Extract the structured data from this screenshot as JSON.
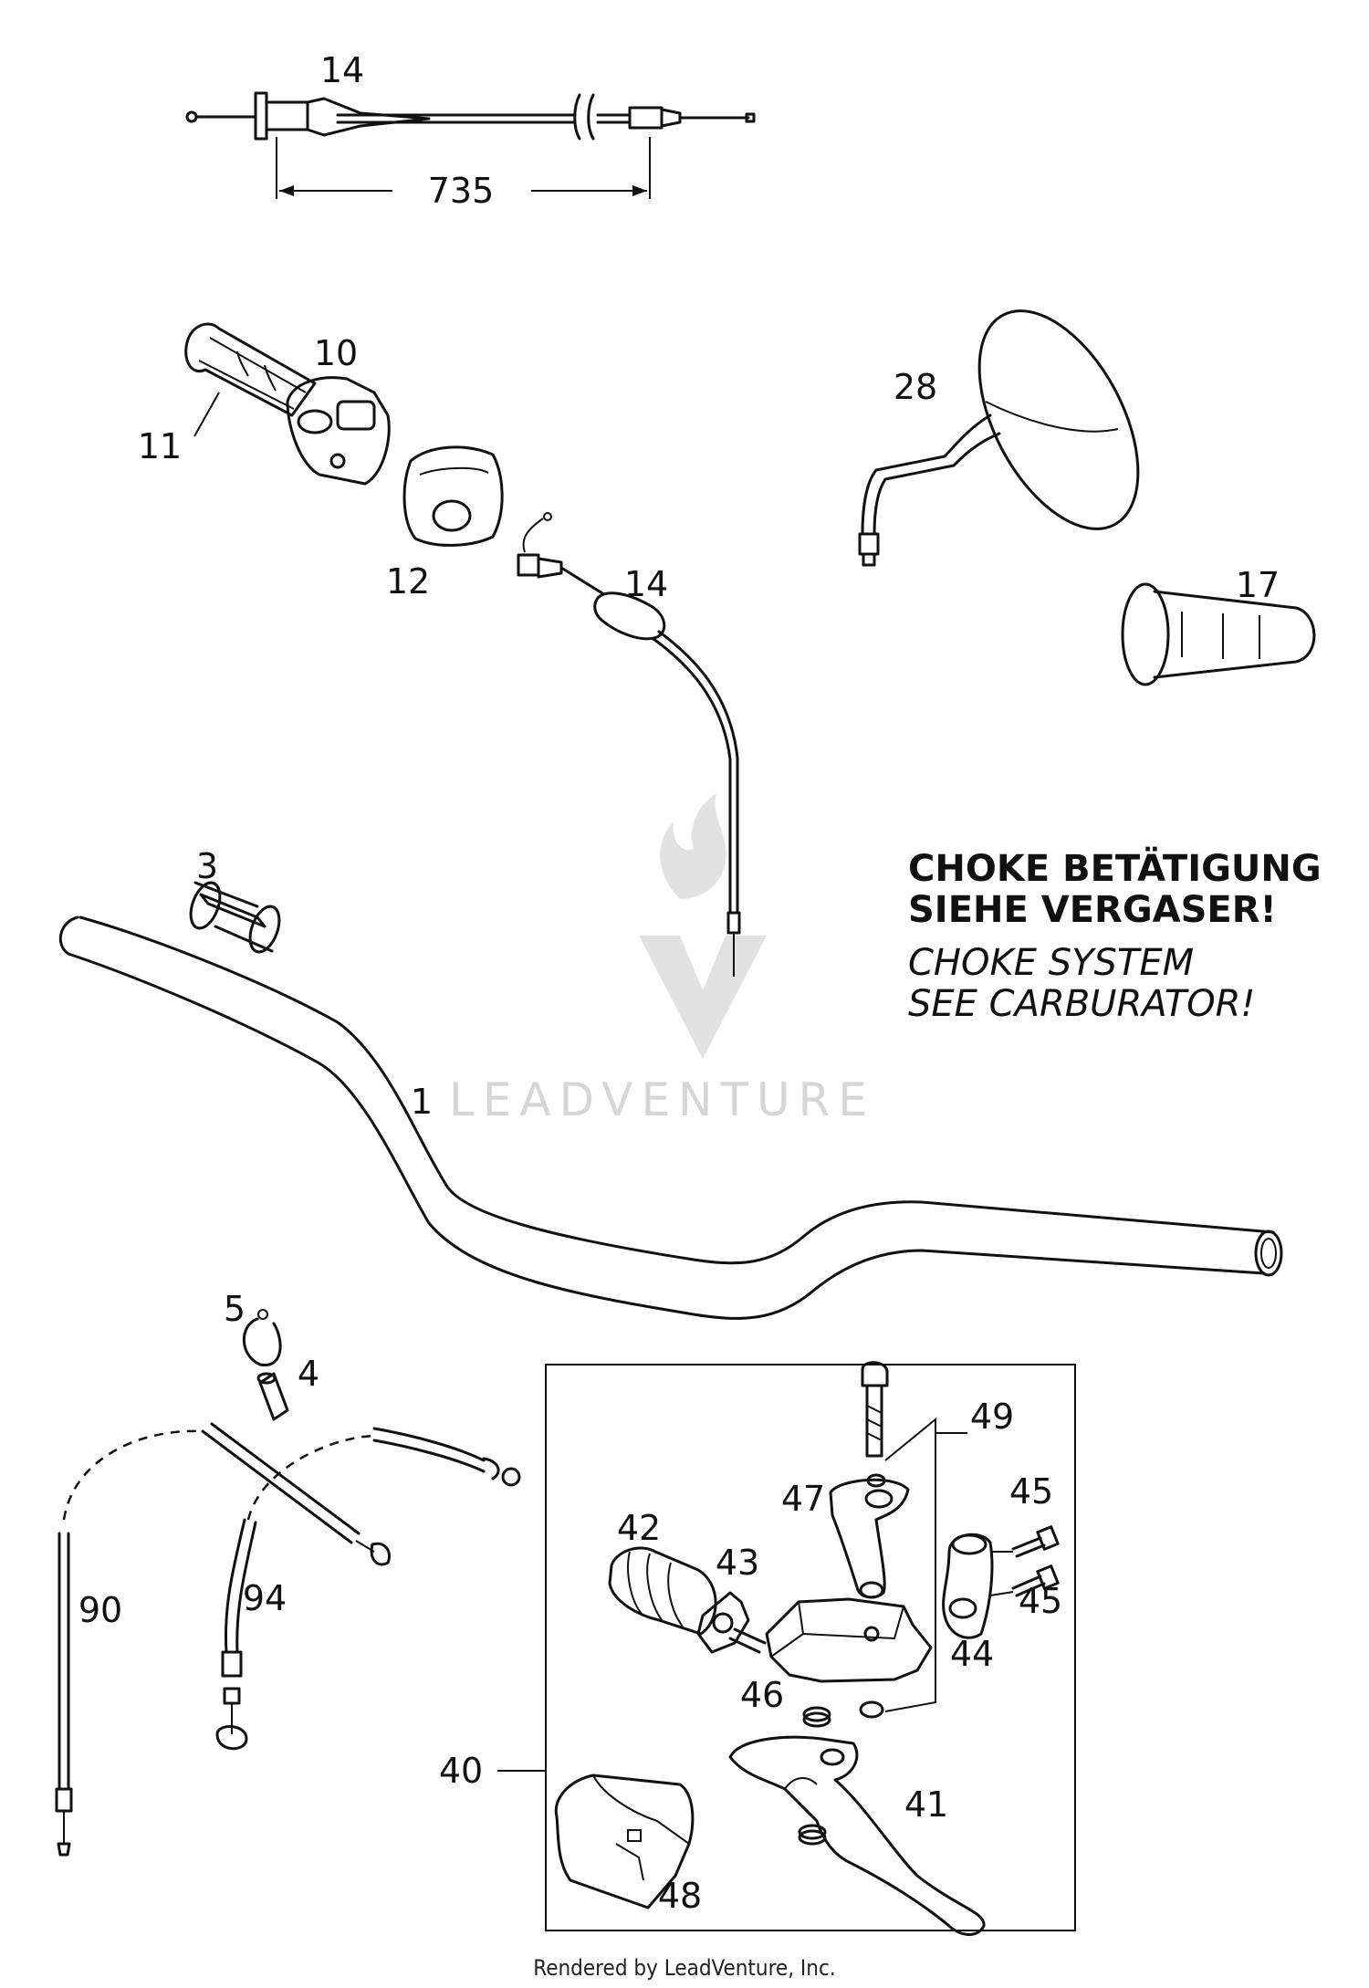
{
  "callouts": {
    "c1": "1",
    "c3": "3",
    "c4": "4",
    "c5": "5",
    "c10": "10",
    "c11": "11",
    "c12": "12",
    "c14_top": "14",
    "c14_mid": "14",
    "c17": "17",
    "c28": "28",
    "c40": "40",
    "c41": "41",
    "c42": "42",
    "c43": "43",
    "c44": "44",
    "c45_a": "45",
    "c45_b": "45",
    "c46": "46",
    "c47": "47",
    "c48": "48",
    "c49": "49",
    "c90": "90",
    "c94": "94"
  },
  "dimension": {
    "length": "735"
  },
  "note": {
    "line1": "CHOKE BETÄTIGUNG",
    "line2": "SIEHE VERGASER!",
    "line3": "CHOKE SYSTEM",
    "line4": "SEE CARBURATOR!"
  },
  "watermark": {
    "text": "LEADVENTURE"
  },
  "footer": {
    "text": "Rendered by LeadVenture, Inc."
  },
  "colors": {
    "line": "#111111",
    "watermark": "#d6d6d6",
    "background": "#ffffff"
  }
}
